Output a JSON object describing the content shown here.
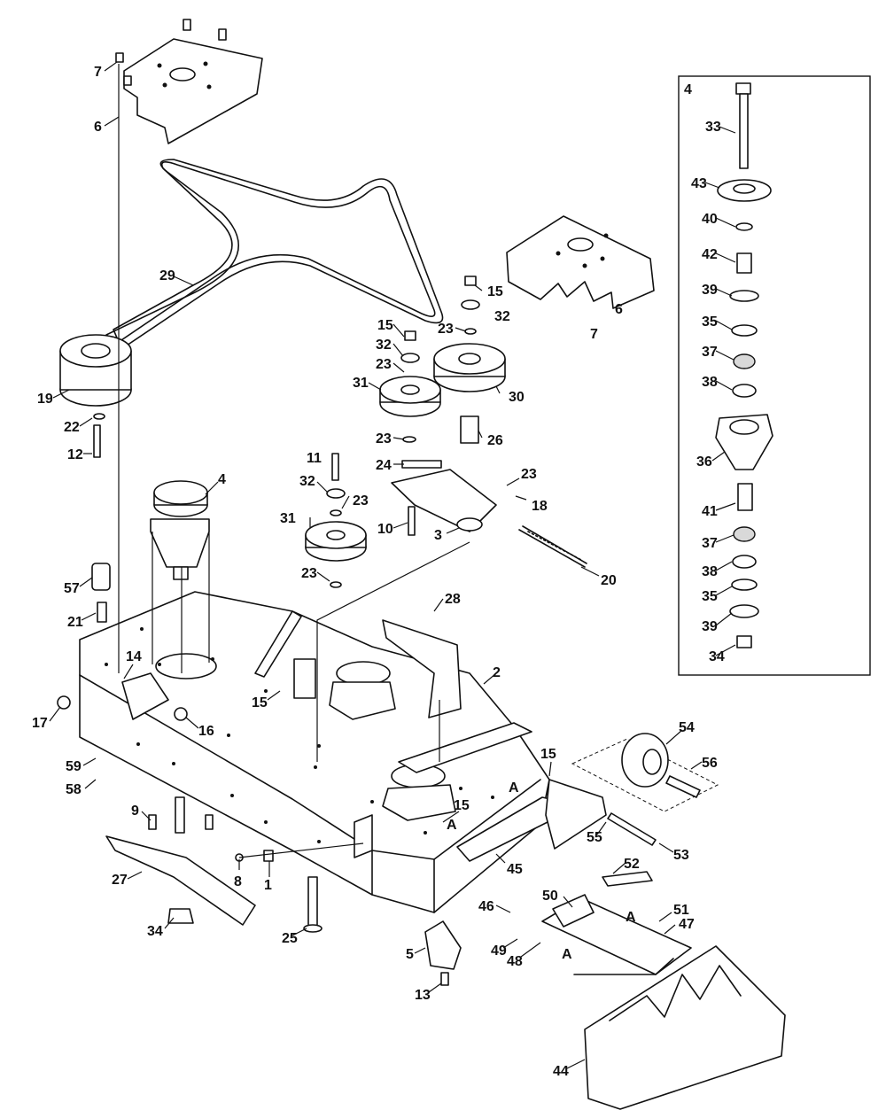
{
  "diagram": {
    "inset_title": "4",
    "callouts": [
      {
        "id": "c7a",
        "text": "7"
      },
      {
        "id": "c6a",
        "text": "6"
      },
      {
        "id": "c29",
        "text": "29"
      },
      {
        "id": "c19",
        "text": "19"
      },
      {
        "id": "c22",
        "text": "22"
      },
      {
        "id": "c12",
        "text": "12"
      },
      {
        "id": "c15a",
        "text": "15"
      },
      {
        "id": "c32a",
        "text": "32"
      },
      {
        "id": "c23a",
        "text": "23"
      },
      {
        "id": "c6b",
        "text": "6"
      },
      {
        "id": "c7b",
        "text": "7"
      },
      {
        "id": "c15b",
        "text": "15"
      },
      {
        "id": "c32b",
        "text": "32"
      },
      {
        "id": "c23b",
        "text": "23"
      },
      {
        "id": "c31a",
        "text": "31"
      },
      {
        "id": "c30",
        "text": "30"
      },
      {
        "id": "c23c",
        "text": "23"
      },
      {
        "id": "c26",
        "text": "26"
      },
      {
        "id": "c24",
        "text": "24"
      },
      {
        "id": "c11",
        "text": "11"
      },
      {
        "id": "c23d",
        "text": "23"
      },
      {
        "id": "c18",
        "text": "18"
      },
      {
        "id": "c32c",
        "text": "32"
      },
      {
        "id": "c23e",
        "text": "23"
      },
      {
        "id": "c10",
        "text": "10"
      },
      {
        "id": "c3",
        "text": "3"
      },
      {
        "id": "c4",
        "text": "4"
      },
      {
        "id": "c31b",
        "text": "31"
      },
      {
        "id": "c20",
        "text": "20"
      },
      {
        "id": "c23f",
        "text": "23"
      },
      {
        "id": "c57",
        "text": "57"
      },
      {
        "id": "c28",
        "text": "28"
      },
      {
        "id": "c21",
        "text": "21"
      },
      {
        "id": "c14",
        "text": "14"
      },
      {
        "id": "c2",
        "text": "2"
      },
      {
        "id": "c15c",
        "text": "15"
      },
      {
        "id": "c17",
        "text": "17"
      },
      {
        "id": "c16",
        "text": "16"
      },
      {
        "id": "c54",
        "text": "54"
      },
      {
        "id": "c59",
        "text": "59"
      },
      {
        "id": "c15d",
        "text": "15"
      },
      {
        "id": "c56",
        "text": "56"
      },
      {
        "id": "c58",
        "text": "58"
      },
      {
        "id": "cA1",
        "text": "A"
      },
      {
        "id": "c9",
        "text": "9"
      },
      {
        "id": "c15e",
        "text": "15"
      },
      {
        "id": "cA2",
        "text": "A"
      },
      {
        "id": "c55",
        "text": "55"
      },
      {
        "id": "c53",
        "text": "53"
      },
      {
        "id": "c27",
        "text": "27"
      },
      {
        "id": "c8",
        "text": "8"
      },
      {
        "id": "c1",
        "text": "1"
      },
      {
        "id": "c45",
        "text": "45"
      },
      {
        "id": "c52",
        "text": "52"
      },
      {
        "id": "c34a",
        "text": "34"
      },
      {
        "id": "c25",
        "text": "25"
      },
      {
        "id": "c46",
        "text": "46"
      },
      {
        "id": "c50",
        "text": "50"
      },
      {
        "id": "cA3",
        "text": "A"
      },
      {
        "id": "c51",
        "text": "51"
      },
      {
        "id": "c47",
        "text": "47"
      },
      {
        "id": "c49",
        "text": "49"
      },
      {
        "id": "c48",
        "text": "48"
      },
      {
        "id": "cA4",
        "text": "A"
      },
      {
        "id": "c5",
        "text": "5"
      },
      {
        "id": "c13",
        "text": "13"
      },
      {
        "id": "c44",
        "text": "44"
      },
      {
        "id": "c33",
        "text": "33"
      },
      {
        "id": "c43",
        "text": "43"
      },
      {
        "id": "c40",
        "text": "40"
      },
      {
        "id": "c42",
        "text": "42"
      },
      {
        "id": "c39a",
        "text": "39"
      },
      {
        "id": "c35a",
        "text": "35"
      },
      {
        "id": "c37a",
        "text": "37"
      },
      {
        "id": "c38a",
        "text": "38"
      },
      {
        "id": "c36",
        "text": "36"
      },
      {
        "id": "c41",
        "text": "41"
      },
      {
        "id": "c37b",
        "text": "37"
      },
      {
        "id": "c38b",
        "text": "38"
      },
      {
        "id": "c35b",
        "text": "35"
      },
      {
        "id": "c39b",
        "text": "39"
      },
      {
        "id": "c34b",
        "text": "34"
      }
    ]
  }
}
